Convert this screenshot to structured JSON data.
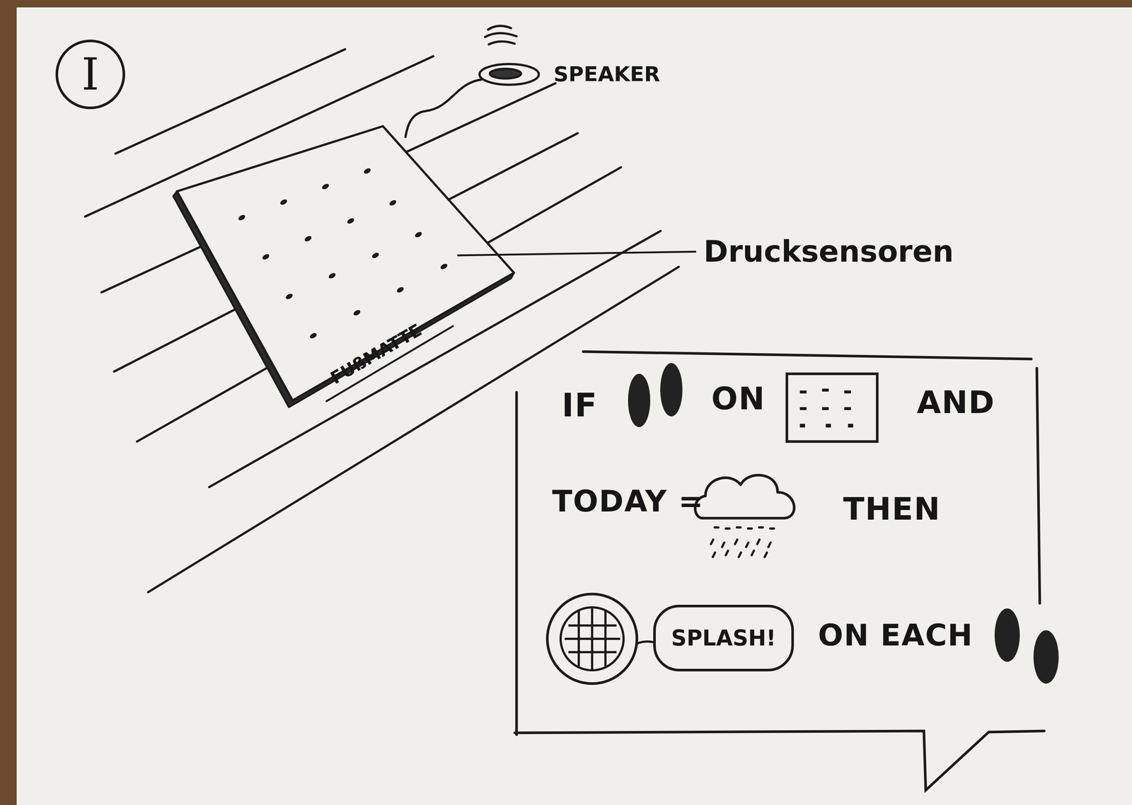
{
  "diagram": {
    "nodes": [
      {
        "text": [
          "I"
        ]
      },
      {
        "text": [
          "IF",
          "ON",
          "AND",
          "TODAY =",
          "THEN",
          "ON EACH"
        ]
      },
      {
        "text": [
          "SPLASH!"
        ],
        "in": 1
      }
    ],
    "labels": [
      "SPEAKER",
      "Drucksensoren",
      "FUßMATTE"
    ]
  }
}
